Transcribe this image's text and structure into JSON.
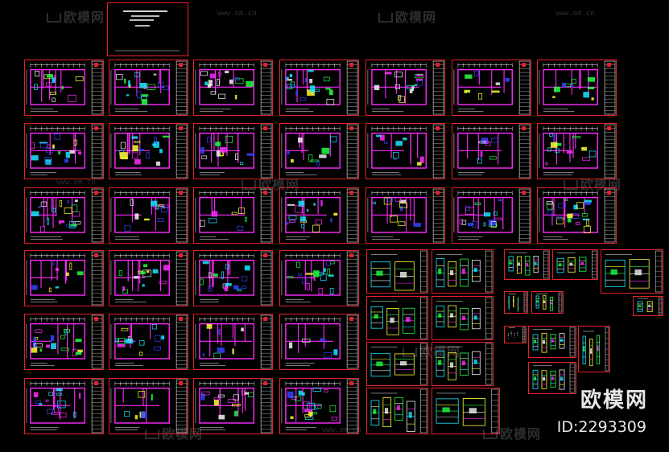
{
  "watermark": {
    "brand": "欧模网",
    "url": "www.om.cn"
  },
  "branding": {
    "site_name": "欧模网",
    "id_label": "ID:2293309"
  },
  "colors": {
    "background": "#000000",
    "frame": "#e8202a",
    "magenta": "#ff2bff",
    "cyan": "#19e6ff",
    "yellow": "#ffff33",
    "green": "#22ff44",
    "white": "#f2f2f2",
    "blue": "#3344ff"
  }
}
